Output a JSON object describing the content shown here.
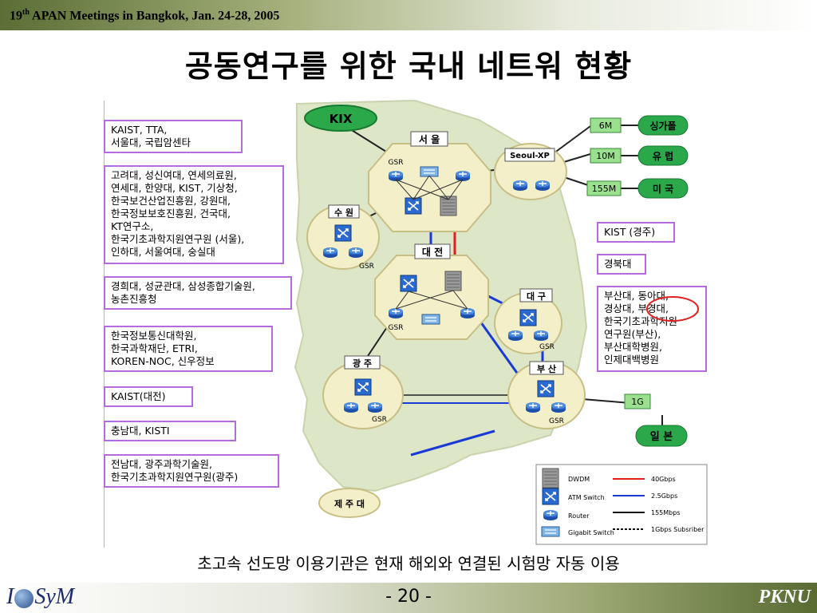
{
  "header": {
    "meeting_prefix": "19",
    "meeting_sup": "th",
    "meeting_text": " APAN Meetings in Bangkok, Jan. 24-28, 2005"
  },
  "title": "공동연구를 위한 국내 네트워 현황",
  "left_boxes": [
    {
      "lines": [
        "KAIST, TTA,",
        "서울대, 국립암센타"
      ]
    },
    {
      "lines": [
        "고려대, 성신여대, 연세의료원,",
        "연세대, 한양대, KIST, 기상청,",
        "한국보건산업진흥원, 강원대,",
        "한국정보보호진흥원, 건국대,",
        "KT연구소,",
        "한국기초과학지원연구원 (서울),",
        "인하대, 서울여대, 숭실대"
      ]
    },
    {
      "lines": [
        "경희대, 성균관대, 삼성종합기술원,",
        "농촌진흥청"
      ]
    },
    {
      "lines": [
        "한국정보통신대학원,",
        "한국과학재단, ETRI,",
        "KOREN-NOC, 신우정보"
      ]
    },
    {
      "lines": [
        "KAIST(대전)"
      ]
    },
    {
      "lines": [
        "충남대, KISTI"
      ]
    },
    {
      "lines": [
        "전남대, 광주과학기술원,",
        "한국기초과학지원연구원(광주)"
      ]
    }
  ],
  "right_boxes": [
    {
      "lines": [
        "KIST (경주)"
      ]
    },
    {
      "lines": [
        "경북대"
      ]
    },
    {
      "lines": [
        "부산대, 동아대,",
        "경상대, 부경대,",
        "한국기초과학지원",
        "연구원(부산),",
        "부산대학병원,",
        "인제대백병원"
      ]
    }
  ],
  "diagram": {
    "kix": "KIX",
    "nodes": {
      "seoul": "서 울",
      "suwon": "수 원",
      "daejeon": "대 전",
      "daegu": "대 구",
      "gwangju": "광 주",
      "busan": "부 산",
      "jeju": "제 주 대",
      "seoul_xp": "Seoul-XP"
    },
    "gsr_label": "GSR",
    "intl": [
      {
        "bandwidth": "6M",
        "dest": "싱가폴"
      },
      {
        "bandwidth": "10M",
        "dest": "유  럽"
      },
      {
        "bandwidth": "155M",
        "dest": "미  국"
      }
    ],
    "japan": {
      "bandwidth": "1G",
      "dest": "일  본"
    },
    "legend": {
      "items": [
        "DWDM",
        "ATM Switch",
        "Router",
        "Gigabit Switch"
      ],
      "lines": [
        "40Gbps",
        "2.5Gbps",
        "155Mbps",
        "1Gbps Subsriber"
      ],
      "line_colors": [
        "#e02020",
        "#1a3ad8",
        "#111111",
        "#111111"
      ]
    }
  },
  "caption": "초고속 선도망 이용기관은 현재 해외와 연결된 시험망 자동 이용",
  "footer": {
    "page": "- 20 -",
    "org": "PKNU",
    "logo_left": "I",
    "logo_right": "SyM"
  },
  "colors": {
    "node_fill": "#f3efc8",
    "green_pill": "#2aa84a",
    "purple_border": "#b46be0",
    "map_fill": "#dde6c6"
  }
}
